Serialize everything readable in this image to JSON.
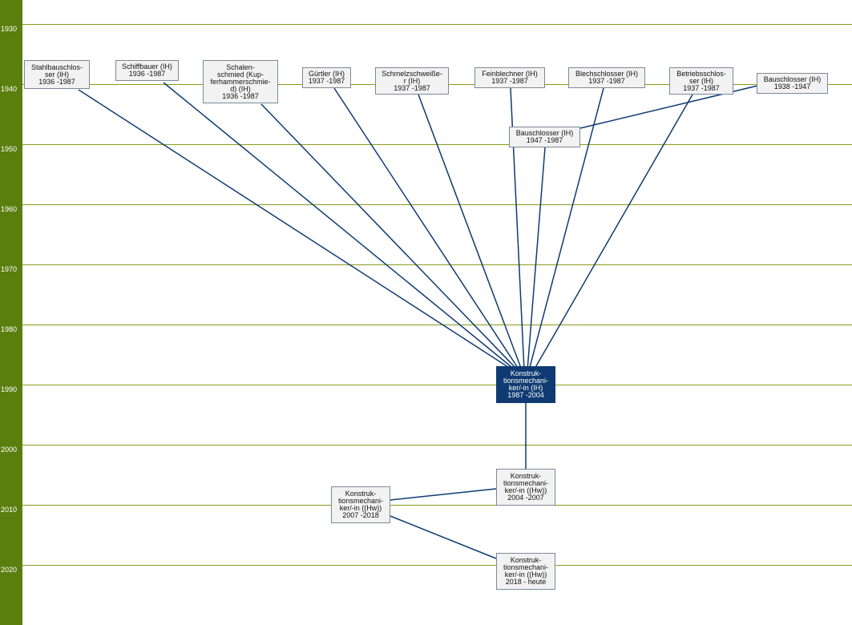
{
  "years": [
    "1930",
    "1940",
    "1950",
    "1960",
    "1970",
    "1980",
    "1990",
    "2000",
    "2010",
    "2020"
  ],
  "colors": {
    "axis_bar": "#5b7f0f",
    "gridline": "#8a9a1a",
    "node_bg": "#f2f2f2",
    "current_bg": "#0f3b72",
    "link": "#0f3b72"
  },
  "nodes": [
    {
      "id": "n1",
      "name": "Stahlbauschlos-\nser (IH)",
      "period": "1936 -1987"
    },
    {
      "id": "n2",
      "name": "Schiffbauer (IH)",
      "period": "1936 -1987"
    },
    {
      "id": "n3",
      "name": "Schalen-\nschmied (Kup-\nferhammerschmie-\nd) (IH)",
      "period": "1936 -1987"
    },
    {
      "id": "n4",
      "name": "Gürtler (IH)",
      "period": "1937 -1987"
    },
    {
      "id": "n5",
      "name": "Schmelzschweiße-\nr (IH)",
      "period": "1937 -1987"
    },
    {
      "id": "n6",
      "name": "Feinblechner (IH)",
      "period": "1937 -1987"
    },
    {
      "id": "n7",
      "name": "Blechschlosser (IH)",
      "period": "1937 -1987"
    },
    {
      "id": "n8",
      "name": "Betriebsschlos-\nser (IH)",
      "period": "1937 -1987"
    },
    {
      "id": "n9",
      "name": "Bauschlosser (IH)",
      "period": "1938 -1947"
    },
    {
      "id": "n10",
      "name": "Bauschlosser (IH)",
      "period": "1947 -1987"
    },
    {
      "id": "n11",
      "name": "Konstruk-\ntionsmechani-\nker/-in (IH)",
      "period": "1987 -2004",
      "current": true
    },
    {
      "id": "n12",
      "name": "Konstruk-\ntionsmechani-\nker/-in ((Hw))",
      "period": "2004 -2007"
    },
    {
      "id": "n13",
      "name": "Konstruk-\ntionsmechani-\nker/-in ((Hw))",
      "period": "2007 -2018"
    },
    {
      "id": "n14",
      "name": "Konstruk-\ntionsmechani-\nker/-in ((Hw))",
      "period": "2018 - heute"
    }
  ],
  "links": [
    [
      "n1",
      "n11"
    ],
    [
      "n2",
      "n11"
    ],
    [
      "n3",
      "n11"
    ],
    [
      "n4",
      "n11"
    ],
    [
      "n5",
      "n11"
    ],
    [
      "n6",
      "n11"
    ],
    [
      "n7",
      "n11"
    ],
    [
      "n8",
      "n11"
    ],
    [
      "n9",
      "n10"
    ],
    [
      "n10",
      "n11"
    ],
    [
      "n11",
      "n12"
    ],
    [
      "n12",
      "n13"
    ],
    [
      "n13",
      "n14"
    ]
  ]
}
